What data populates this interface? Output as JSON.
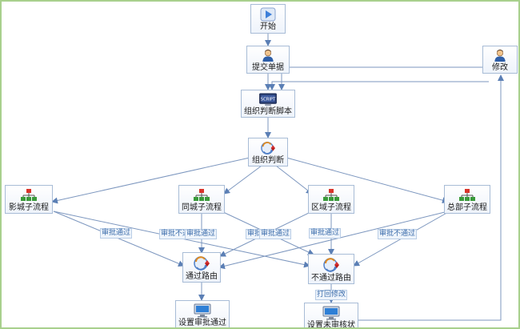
{
  "diagram": {
    "nodes": {
      "start": {
        "label": "开始",
        "icon": "play-icon"
      },
      "submit": {
        "label": "提交单据",
        "icon": "user-icon"
      },
      "modify": {
        "label": "修改",
        "icon": "user-icon"
      },
      "script": {
        "label": "组织判断脚本",
        "icon": "script-monitor-icon"
      },
      "judge": {
        "label": "组织判断",
        "icon": "router-icon"
      },
      "sub_a": {
        "label": "影城子流程",
        "icon": "org-chart-icon"
      },
      "sub_b": {
        "label": "同城子流程",
        "icon": "org-chart-icon"
      },
      "sub_c": {
        "label": "区域子流程",
        "icon": "org-chart-icon"
      },
      "sub_d": {
        "label": "总部子流程",
        "icon": "org-chart-icon"
      },
      "pass_route": {
        "label": "通过路由",
        "icon": "router-icon"
      },
      "fail_route": {
        "label": "不通过路由",
        "icon": "router-icon"
      },
      "set_pass": {
        "label": "设置审批通过",
        "icon": "monitor-icon"
      },
      "set_fail": {
        "label": "设置未审核状",
        "icon": "monitor-icon"
      }
    },
    "edge_labels": {
      "a_pass": "审批通过",
      "a_fail": "审批不通过",
      "b_pass": "审批通过",
      "b_fail": "审批通过",
      "c_pass": "审批通过",
      "c_fail": "审批通过",
      "d_pass": "审批不通过",
      "return": "打回修改"
    }
  }
}
